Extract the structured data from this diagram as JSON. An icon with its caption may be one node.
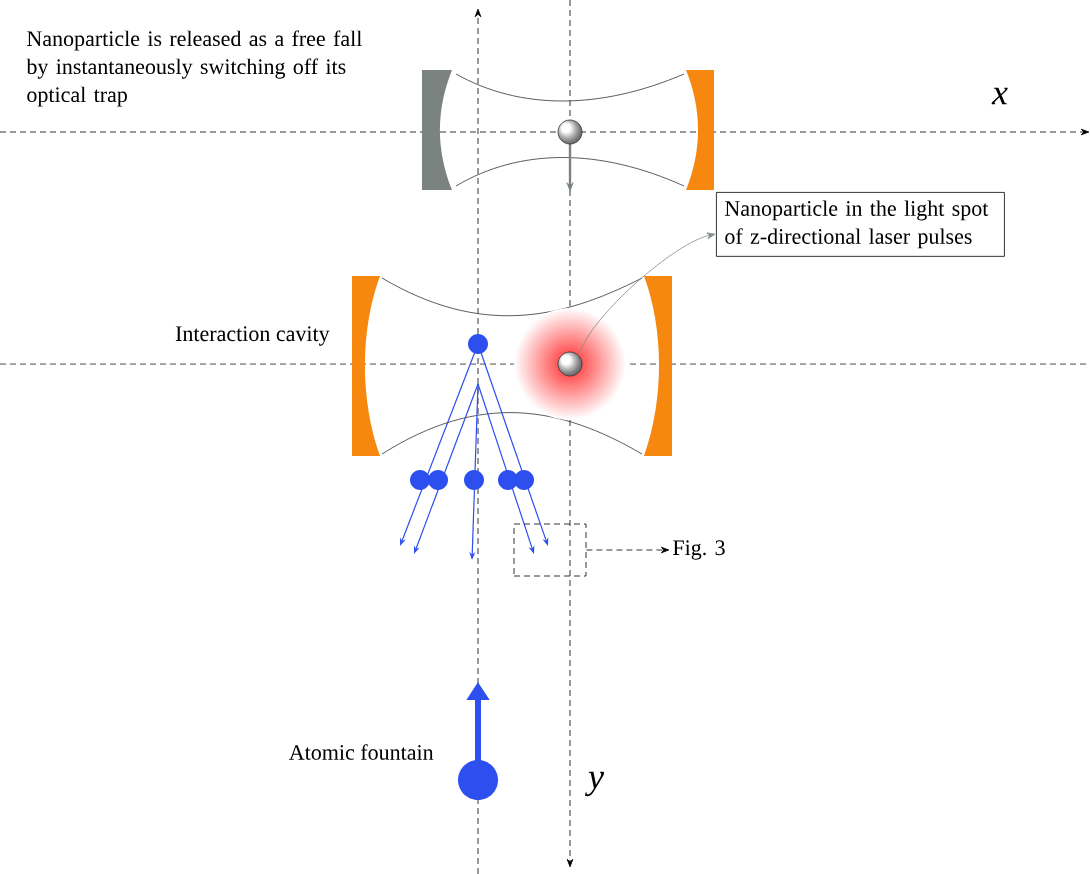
{
  "diagram": {
    "nodes": [
      {
        "text": [],
        "shape": "circle"
      },
      {
        "text": [
          "Nanoparticle in the light spot of z-directional laser pulses"
        ]
      },
      {
        "text": [],
        "shape": "circle"
      },
      {
        "text": [],
        "shape": "box"
      },
      {
        "text": [
          "Fig. 3"
        ]
      }
    ],
    "edges": [
      {
        "from": 2,
        "to": 1,
        "arrow": "to",
        "color": "#7f8c8c"
      },
      {
        "from": 3,
        "to": 4,
        "arrow": "to",
        "style": "dashed",
        "color": "#000000"
      }
    ],
    "labels": [
      "Nanoparticle is released as a free fall by instantaneously switching off its optical trap",
      "x",
      "Interaction cavity",
      "Atomic fountain",
      "y"
    ]
  }
}
